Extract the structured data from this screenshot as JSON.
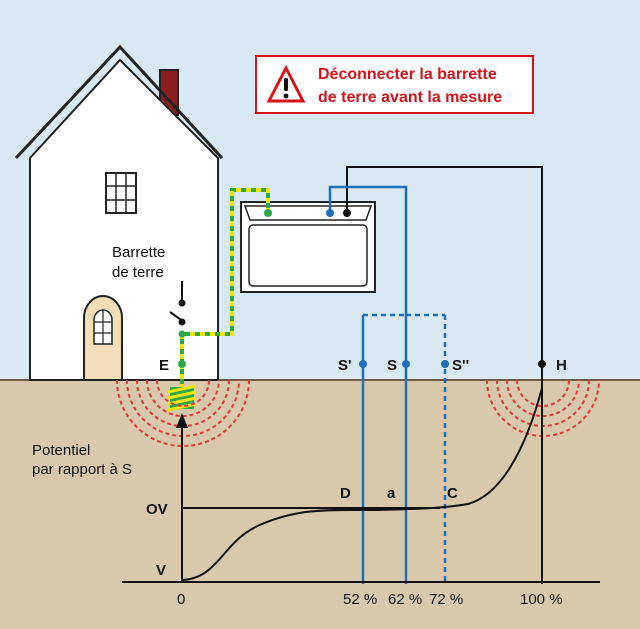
{
  "warning": {
    "line1": "Déconnecter la barrette",
    "line2": "de terre avant la mesure",
    "icon": "warning-triangle-icon",
    "color": "#d8121a"
  },
  "labels": {
    "barrette_line1": "Barrette",
    "barrette_line2": "de terre",
    "E": "E",
    "S_prime": "S'",
    "S": "S",
    "S_double": "S''",
    "H": "H",
    "potentiel_line1": "Potentiel",
    "potentiel_line2": "par rapport à S",
    "OV": "OV",
    "V": "V",
    "D": "D",
    "a": "a",
    "C": "C"
  },
  "axis_ticks": [
    "0",
    "52 %",
    "62 %",
    "72 %",
    "100 %"
  ],
  "colors": {
    "sky": "#d8e9f3",
    "ground": "#d9c8ab",
    "house": "#ffffff",
    "chimney": "#8b1f1f",
    "probe_blue": "#1f6fb8",
    "earth_green": "#2aa84a",
    "earth_yellow": "#f2e600",
    "equipotential": "#e23a3a"
  }
}
